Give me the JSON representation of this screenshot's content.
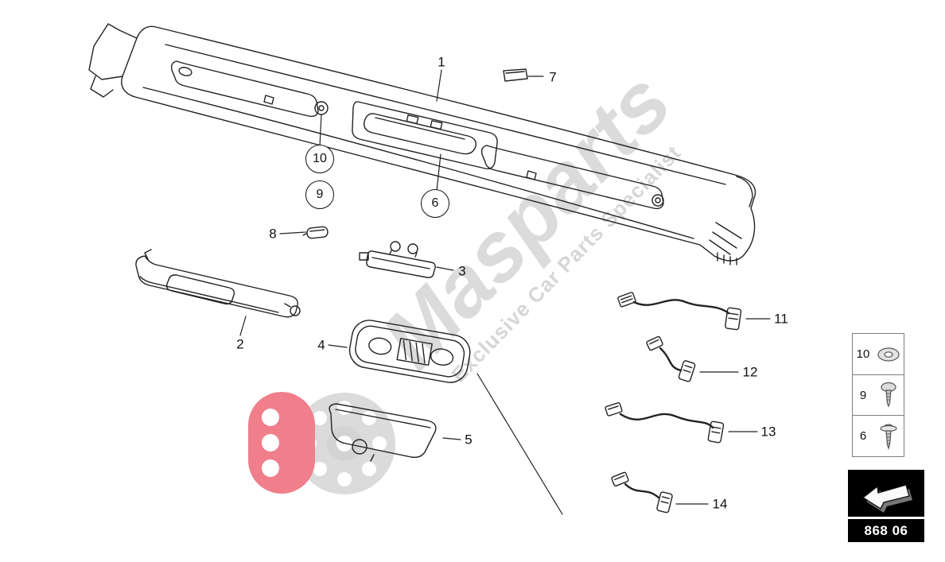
{
  "watermark": {
    "brand": "Masparts",
    "tagline": "Exclusive Car Parts Specialist"
  },
  "callouts": [
    {
      "label": "1",
      "circled": false
    },
    {
      "label": "2",
      "circled": false
    },
    {
      "label": "3",
      "circled": false
    },
    {
      "label": "4",
      "circled": false
    },
    {
      "label": "5",
      "circled": false
    },
    {
      "label": "6",
      "circled": true
    },
    {
      "label": "7",
      "circled": false
    },
    {
      "label": "8",
      "circled": false
    },
    {
      "label": "9",
      "circled": true
    },
    {
      "label": "10",
      "circled": true
    },
    {
      "label": "11",
      "circled": false
    },
    {
      "label": "12",
      "circled": false
    },
    {
      "label": "13",
      "circled": false
    },
    {
      "label": "14",
      "circled": false
    }
  ],
  "legend": {
    "rows": [
      {
        "number": "10",
        "icon": "washer-icon"
      },
      {
        "number": "9",
        "icon": "pan-head-screw-icon"
      },
      {
        "number": "6",
        "icon": "tapping-screw-icon"
      }
    ]
  },
  "footer": {
    "part_code": "868 06",
    "icon": "direction-arrow-icon"
  },
  "colors": {
    "line": "#222222",
    "watermark_gray": "#c6c6c6",
    "logo_red": "#e2001a",
    "logo_gray": "#bdbdbd",
    "footer_bg": "#000000",
    "text": "#111111"
  }
}
